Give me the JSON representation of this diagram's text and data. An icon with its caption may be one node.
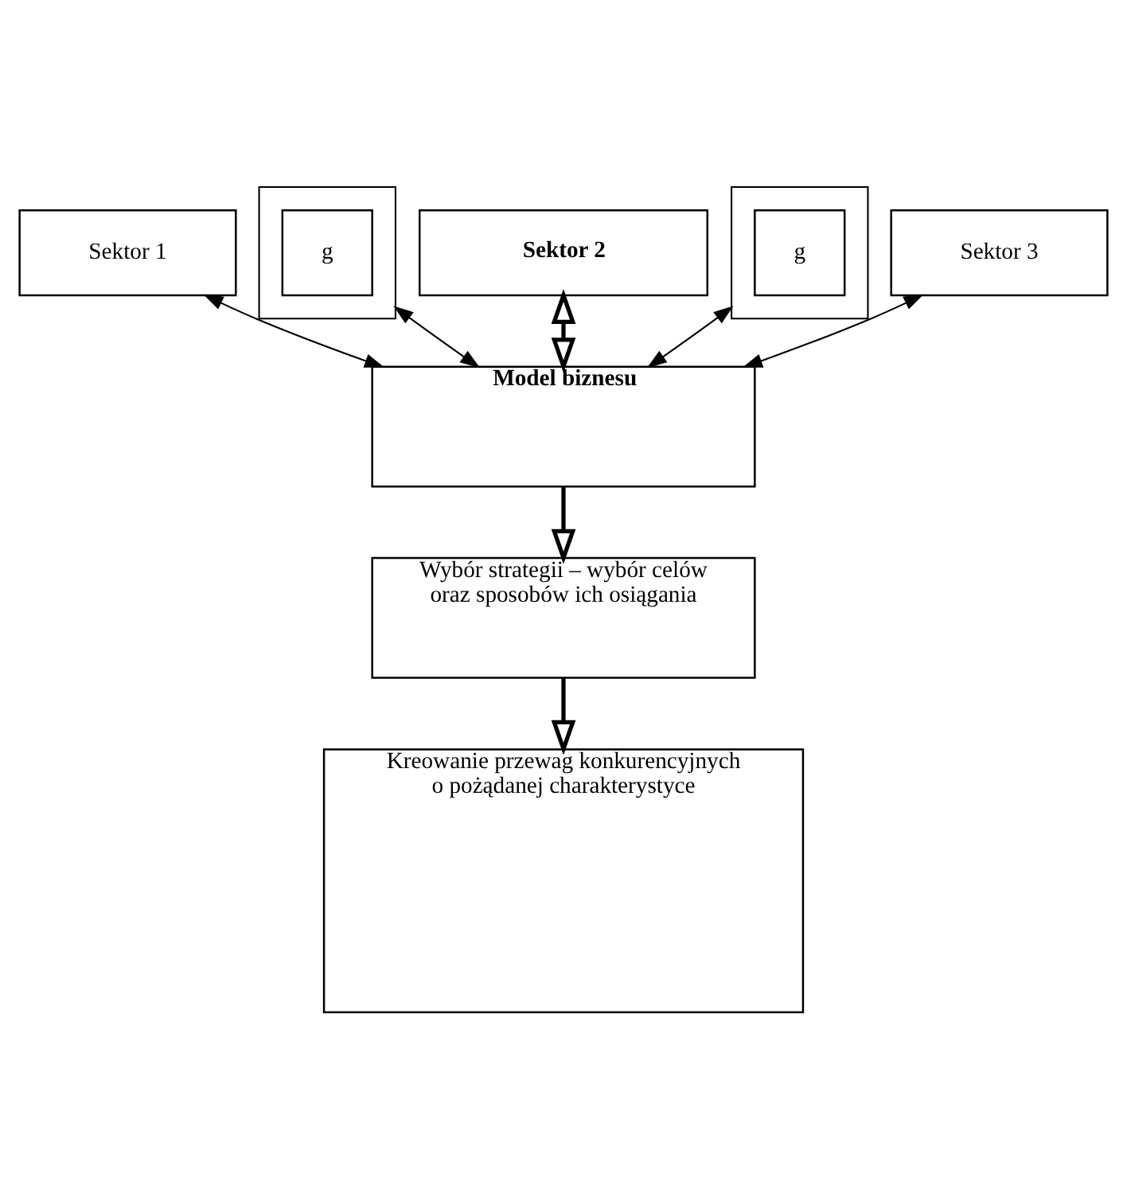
{
  "diagram": {
    "nodes": [
      {
        "text": [
          "Sektor 1"
        ]
      },
      {
        "text": [],
        "shape": "box"
      },
      {
        "text": [
          "g"
        ],
        "in": 1
      },
      {
        "text": [
          "Sektor 2"
        ]
      },
      {
        "text": [],
        "shape": "box"
      },
      {
        "text": [
          "g"
        ],
        "in": 4
      },
      {
        "text": [
          "Sektor 3"
        ]
      },
      {
        "text": [
          "Model biznesu"
        ]
      },
      {
        "text": [
          "Wybór strategii – wybór celów oraz sposobów ich osiągania"
        ]
      },
      {
        "text": [
          "Kreowanie przewag konkurencyjnych o pożądanej charakterystyce"
        ]
      }
    ],
    "edges": [
      {
        "from": 0,
        "to": 7,
        "arrow": "both"
      },
      {
        "from": 1,
        "to": 7,
        "arrow": "both"
      },
      {
        "from": 3,
        "to": 7,
        "arrow": "both",
        "style": "thick"
      },
      {
        "from": 4,
        "to": 7,
        "arrow": "both"
      },
      {
        "from": 6,
        "to": 7,
        "arrow": "both"
      },
      {
        "from": 7,
        "to": 8,
        "arrow": "to",
        "style": "thick"
      },
      {
        "from": 8,
        "to": 9,
        "arrow": "to",
        "style": "thick"
      }
    ]
  }
}
